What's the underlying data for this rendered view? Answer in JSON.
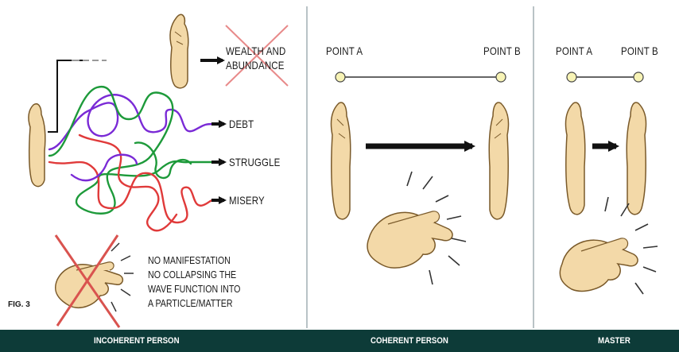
{
  "incoherent": {
    "wealth_line1": "WEALTH AND",
    "wealth_line2": "ABUNDANCE",
    "debt": "DEBT",
    "struggle": "STRUGGLE",
    "misery": "MISERY",
    "note_line1": "NO MANIFESTATION",
    "note_line2": "NO COLLAPSING THE",
    "note_line3": "WAVE FUNCTION INTO",
    "note_line4": "A PARTICLE/MATTER",
    "fig_label": "FIG. 3",
    "footer_label": "INCOHERENT PERSON"
  },
  "coherent": {
    "point_a": "POINT A",
    "point_b": "POINT B",
    "footer_label": "COHERENT PERSON"
  },
  "master": {
    "point_a": "POINT A",
    "point_b": "POINT B",
    "footer_label": "MASTER"
  },
  "colors": {
    "footer_bg": "#0d3b38",
    "skin": "#f3d9a8",
    "skin_outline": "#7a5a2a",
    "cross_red": "#d9534f",
    "tangle_purple": "#7a2ad6",
    "tangle_green": "#1d9a3a",
    "tangle_red": "#e03a3a",
    "point_fill": "#f7f3b5"
  }
}
